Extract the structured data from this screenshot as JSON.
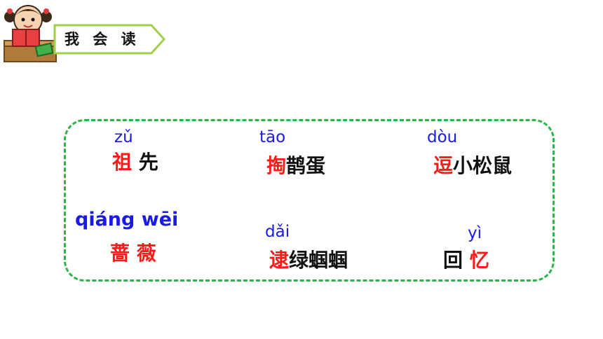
{
  "header": {
    "title": "我 会 读"
  },
  "colors": {
    "highlight": "#ff1a1a",
    "pinyin": "#1a1ae6",
    "frame": "#2db34a"
  },
  "words": [
    {
      "pinyin": "zǔ",
      "highlight": "祖",
      "rest": " 先"
    },
    {
      "pinyin": "tāo",
      "highlight": "掏",
      "rest": "鹊蛋"
    },
    {
      "pinyin": "dòu",
      "highlight": "逗",
      "rest": "小松鼠"
    },
    {
      "pinyin": "qiáng wēi",
      "highlight": "蔷 薇",
      "rest": ""
    },
    {
      "pinyin": "dǎi",
      "highlight": "逮",
      "rest": "绿蝈蝈"
    },
    {
      "pinyin": "yì",
      "before": "回 ",
      "highlight": "忆"
    }
  ]
}
